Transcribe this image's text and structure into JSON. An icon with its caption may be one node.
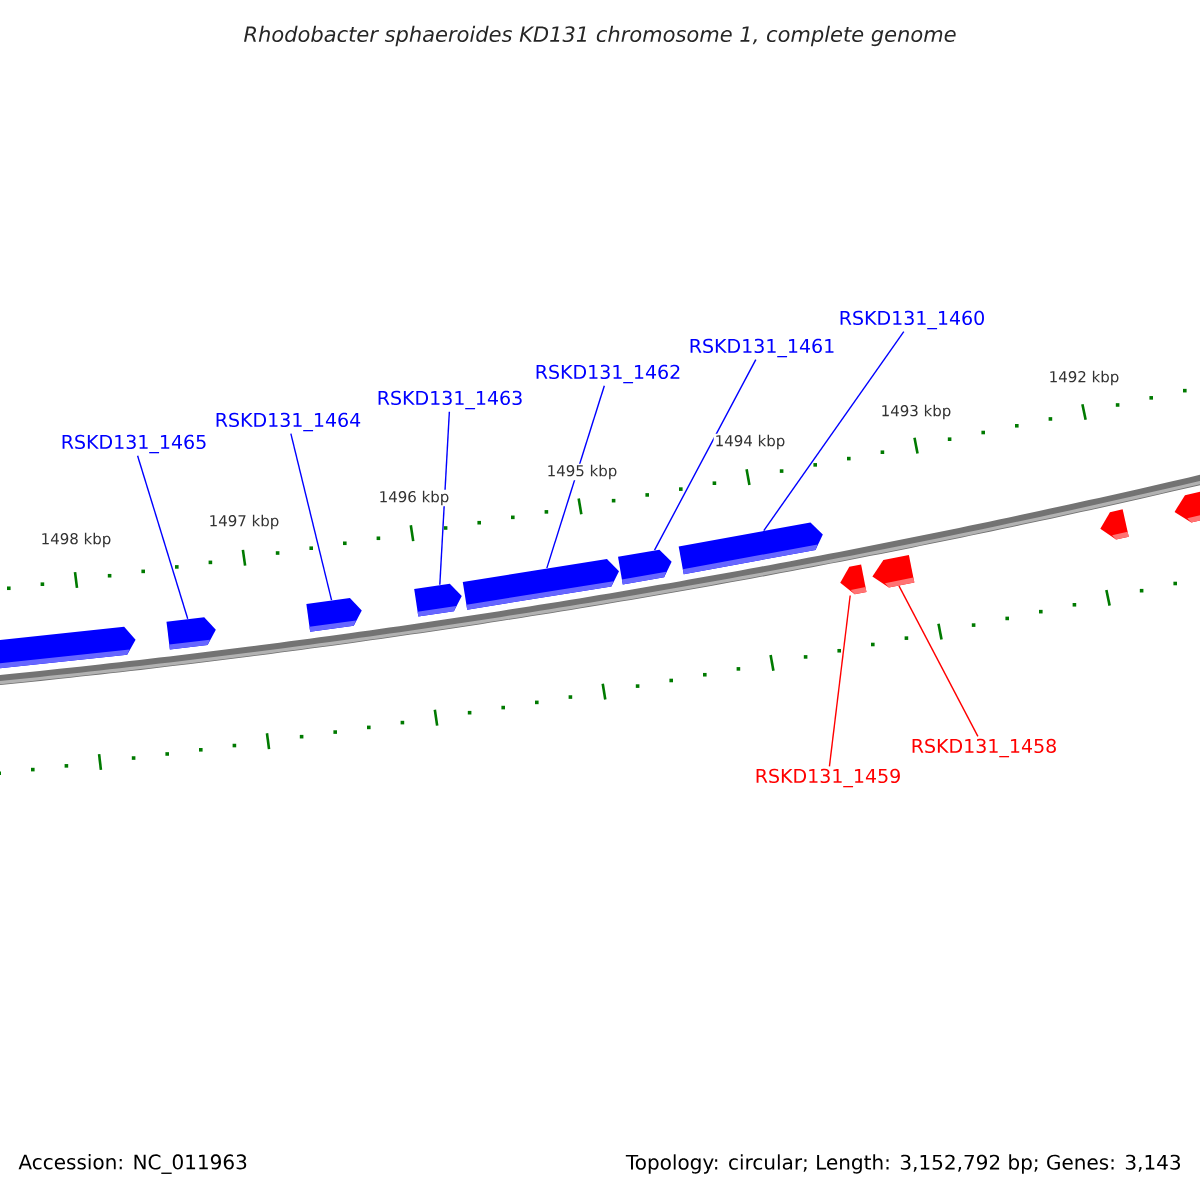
{
  "diagram": {
    "title": "Rhodobacter sphaeroides KD131 chromosome 1, complete genome",
    "nodes": [
      {
        "text": [
          "RSKD131_1465"
        ]
      },
      {
        "text": [
          "RSKD131_1464"
        ]
      },
      {
        "text": [
          "RSKD131_1463"
        ]
      },
      {
        "text": [
          "RSKD131_1462"
        ]
      },
      {
        "text": [
          "RSKD131_1461"
        ]
      },
      {
        "text": [
          "RSKD131_1460"
        ]
      },
      {
        "text": [
          "RSKD131_1459"
        ]
      },
      {
        "text": [
          "RSKD131_1458"
        ]
      },
      {
        "text": [],
        "shape": "pentagon"
      },
      {
        "text": [],
        "shape": "pentagon"
      },
      {
        "text": [],
        "shape": "pentagon"
      },
      {
        "text": [],
        "shape": "pentagon"
      },
      {
        "text": [],
        "shape": "pentagon"
      },
      {
        "text": [],
        "shape": "pentagon"
      },
      {
        "text": [],
        "shape": "pentagon"
      },
      {
        "text": [],
        "shape": "pentagon"
      },
      {
        "text": [],
        "shape": "pentagon"
      },
      {
        "text": [],
        "shape": "pentagon"
      },
      {
        "text": [],
        "shape": "pentagon"
      }
    ],
    "edges": [
      {
        "from": 0,
        "to": 9,
        "arrow": "none"
      },
      {
        "from": 1,
        "to": 10,
        "arrow": "none"
      },
      {
        "from": 2,
        "to": 11,
        "arrow": "none"
      },
      {
        "from": 3,
        "to": 12,
        "arrow": "none"
      },
      {
        "from": 4,
        "to": 13,
        "arrow": "none"
      },
      {
        "from": 5,
        "to": 14,
        "arrow": "none"
      },
      {
        "from": 6,
        "to": 15,
        "arrow": "none",
        "color": "#ff0000"
      },
      {
        "from": 7,
        "to": 16,
        "arrow": "none",
        "color": "#ff0000"
      }
    ],
    "labels": [
      "1498 kbp",
      "1497 kbp",
      "1496 kbp",
      "1495 kbp",
      "1494 kbp",
      "1493 kbp",
      "1492 kbp",
      "Accession: NC_011963",
      "Topology: circular; Length: 3,152,792 bp; Genes: 3,143"
    ]
  }
}
